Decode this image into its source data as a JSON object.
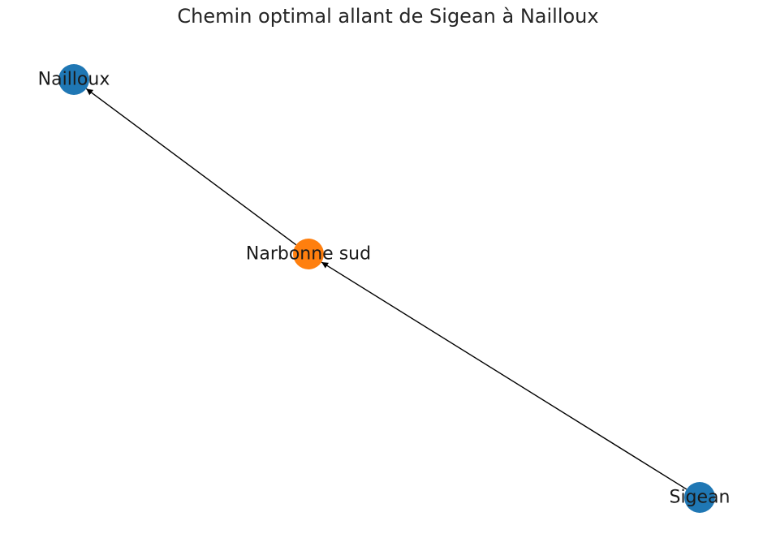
{
  "title": "Chemin optimal allant de Sigean à Nailloux",
  "nodes": [
    {
      "id": "nailloux",
      "label": "Nailloux",
      "role": "endpoint",
      "color": "#1f77b4"
    },
    {
      "id": "narbonne",
      "label": "Narbonne sud",
      "role": "intermediate",
      "color": "#ff7f0e"
    },
    {
      "id": "sigean",
      "label": "Sigean",
      "role": "endpoint",
      "color": "#1f77b4"
    }
  ],
  "edges": [
    {
      "from": "sigean",
      "to": "narbonne"
    },
    {
      "from": "narbonne",
      "to": "nailloux"
    }
  ],
  "edge_color": "#000000"
}
